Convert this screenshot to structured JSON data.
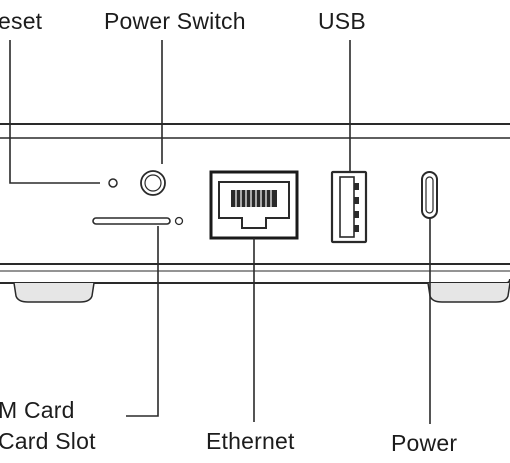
{
  "diagram": {
    "labels": {
      "reset": "eset",
      "power_switch": "Power Switch",
      "usb": "USB",
      "sim_card_line1": "M Card",
      "sim_card_line2": "Card Slot",
      "ethernet": "Ethernet",
      "power": "Power"
    },
    "colors": {
      "line": "#2a2a2a",
      "device_body": "#ffffff",
      "foot": "#e6e6e6",
      "text": "#1c1c1c"
    }
  }
}
